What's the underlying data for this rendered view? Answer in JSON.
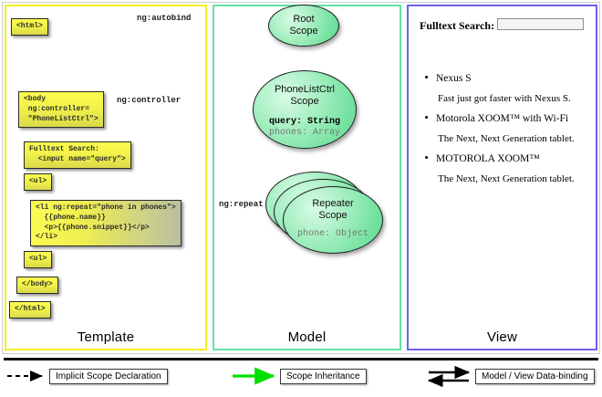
{
  "diagram": {
    "title": "AngularJS Scope / Template / Model / View diagram"
  },
  "panels": [
    {
      "key": "template",
      "label": "Template",
      "border_color": "#f2f024"
    },
    {
      "key": "model",
      "label": "Model",
      "border_color": "#62e5a4"
    },
    {
      "key": "view",
      "label": "View",
      "border_color": "#6e61ef"
    }
  ],
  "template": {
    "label": "Template",
    "code_boxes": [
      {
        "id": "html-open",
        "text": "<html>"
      },
      {
        "id": "body-open",
        "text": "<body\n ng:controller=\n \"PhoneListCtrl\">"
      },
      {
        "id": "fulltext",
        "text": "Fulltext Search:\n  <input name=\"query\">"
      },
      {
        "id": "ul-open",
        "text": "<ul>"
      },
      {
        "id": "li-repeat",
        "text": "<li ng:repeat=\"phone in phones\">\n  {{phone.name}}\n  <p>{{phone.snippet}}</p>\n</li>"
      },
      {
        "id": "ul-close",
        "text": "<ul>"
      },
      {
        "id": "body-close",
        "text": "</body>"
      },
      {
        "id": "html-close",
        "text": "</html>"
      }
    ]
  },
  "model": {
    "label": "Model",
    "scopes": [
      {
        "id": "root-scope",
        "title_line1": "Root",
        "title_line2": "Scope",
        "properties": []
      },
      {
        "id": "phonelistctrl-scope",
        "title_line1": "PhoneListCtrl",
        "title_line2": "Scope",
        "properties": [
          {
            "text": "query: String",
            "emphasis": "strong"
          },
          {
            "text": "phones: Array",
            "emphasis": "dim"
          }
        ]
      },
      {
        "id": "repeater-scope",
        "title_line1": "Repeater",
        "title_line2": "Scope",
        "properties": [
          {
            "text": "phone: Object",
            "emphasis": "dim"
          }
        ],
        "stacked_count": 3
      }
    ]
  },
  "view": {
    "label": "View",
    "search_label": "Fulltext Search:",
    "search_value": "",
    "search_placeholder": "",
    "items": [
      {
        "name": "Nexus S",
        "snippet": "Fast just got faster with Nexus S."
      },
      {
        "name": "Motorola XOOM™  with Wi-Fi",
        "snippet": "The Next, Next Generation tablet."
      },
      {
        "name": "MOTOROLA XOOM™",
        "snippet": "The Next, Next Generation tablet."
      }
    ]
  },
  "edge_labels": [
    {
      "id": "ng-autobind",
      "text": "ng:autobind"
    },
    {
      "id": "ng-controller",
      "text": "ng:controller"
    },
    {
      "id": "ng-repeat",
      "text": "ng:repeat"
    }
  ],
  "legend": {
    "entries": [
      {
        "id": "implicit-scope-declaration",
        "label": "Implicit Scope Declaration",
        "arrow": "dashed-black",
        "color": "#000000"
      },
      {
        "id": "scope-inheritance",
        "label": "Scope Inheritance",
        "arrow": "solid-green",
        "color": "#00e000"
      },
      {
        "id": "model-view-data-binding",
        "label": "Model / View Data-binding",
        "arrow": "double-black",
        "color": "#000000"
      }
    ]
  },
  "colors": {
    "template_border": "#f2f024",
    "model_border": "#62e5a4",
    "view_border": "#6e61ef",
    "code_box_fill": "#f2f24a",
    "scope_fill": "#74e2a0",
    "inheritance_arrow": "#00e000"
  }
}
